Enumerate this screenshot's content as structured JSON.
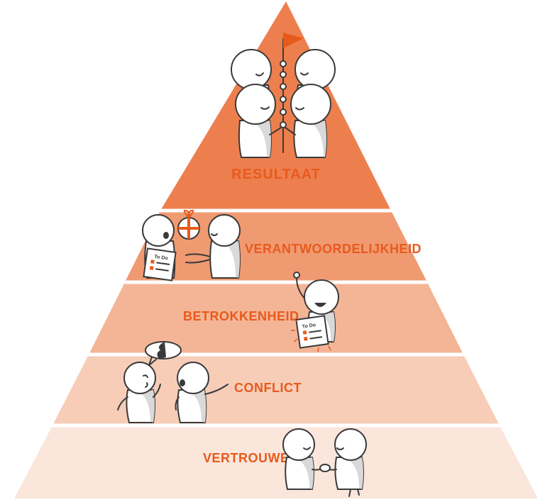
{
  "pyramid": {
    "levels": [
      {
        "label": "RESULTAAT",
        "color": "#ed7f4f"
      },
      {
        "label": "VERANTWOORDELIJKHEID",
        "color": "#f09a72"
      },
      {
        "label": "BETROKKENHEID",
        "color": "#f4b597"
      },
      {
        "label": "CONFLICT",
        "color": "#f7cdb8"
      },
      {
        "label": "VERTROUWEN",
        "color": "#fbe6dc"
      }
    ],
    "label_color": "#e85a1c",
    "divider_color": "#ffffff",
    "todo_text": "To Do"
  },
  "icons": {
    "top": "team-with-flag-icon",
    "responsibility": "handover-gift-icon",
    "engagement": "todo-list-raise-hand-icon",
    "conflict": "discussion-speech-bubble-icon",
    "trust": "handshake-icon"
  }
}
